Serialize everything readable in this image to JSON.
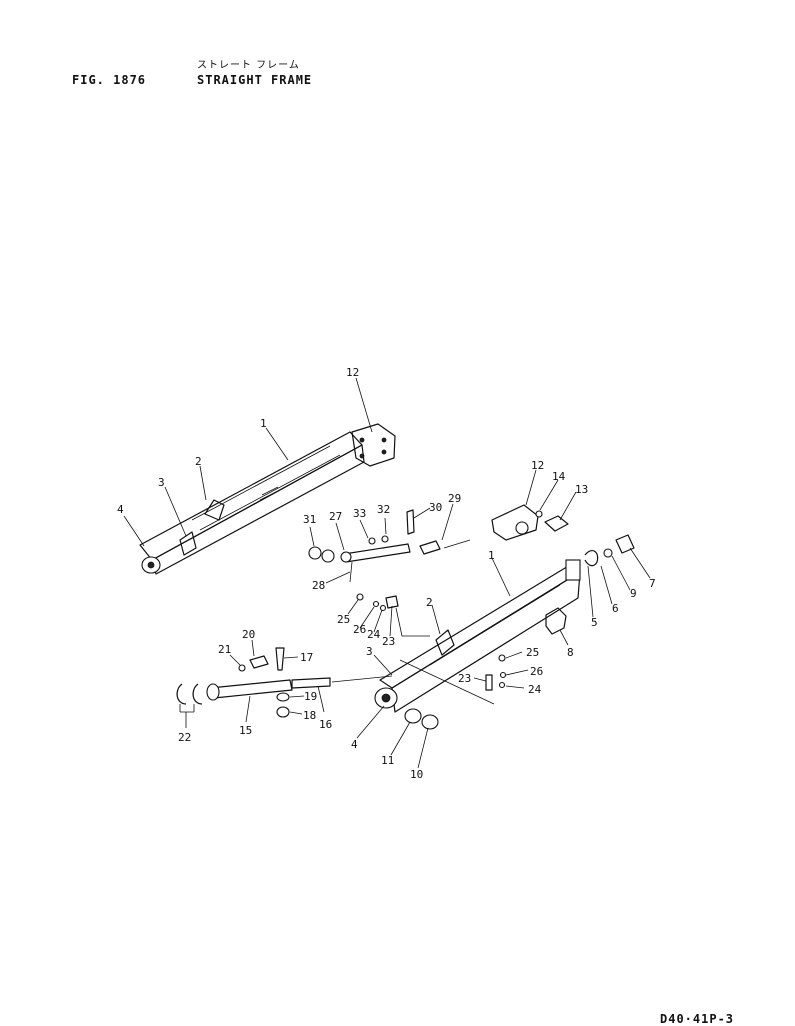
{
  "header": {
    "fig_no": "FIG. 1876",
    "title_jp": "ストレート フレーム",
    "title_en": "STRAIGHT FRAME",
    "drawing_code": "D40·41P-3"
  },
  "callouts": [
    {
      "id": "c12a",
      "label": "12"
    },
    {
      "id": "c1a",
      "label": "1"
    },
    {
      "id": "c2a",
      "label": "2"
    },
    {
      "id": "c3a",
      "label": "3"
    },
    {
      "id": "c4a",
      "label": "4"
    },
    {
      "id": "c31",
      "label": "31"
    },
    {
      "id": "c27",
      "label": "27"
    },
    {
      "id": "c33",
      "label": "33"
    },
    {
      "id": "c32",
      "label": "32"
    },
    {
      "id": "c30",
      "label": "30"
    },
    {
      "id": "c29",
      "label": "29"
    },
    {
      "id": "c28",
      "label": "28"
    },
    {
      "id": "c25a",
      "label": "25"
    },
    {
      "id": "c26a",
      "label": "26"
    },
    {
      "id": "c24a",
      "label": "24"
    },
    {
      "id": "c23a",
      "label": "23"
    },
    {
      "id": "c12b",
      "label": "12"
    },
    {
      "id": "c14",
      "label": "14"
    },
    {
      "id": "c13",
      "label": "13"
    },
    {
      "id": "c1b",
      "label": "1"
    },
    {
      "id": "c2b",
      "label": "2"
    },
    {
      "id": "c3b",
      "label": "3"
    },
    {
      "id": "c5",
      "label": "5"
    },
    {
      "id": "c6",
      "label": "6"
    },
    {
      "id": "c9",
      "label": "9"
    },
    {
      "id": "c7",
      "label": "7"
    },
    {
      "id": "c8",
      "label": "8"
    },
    {
      "id": "c25b",
      "label": "25"
    },
    {
      "id": "c26b",
      "label": "26"
    },
    {
      "id": "c23b",
      "label": "23"
    },
    {
      "id": "c24b",
      "label": "24"
    },
    {
      "id": "c4b",
      "label": "4"
    },
    {
      "id": "c11",
      "label": "11"
    },
    {
      "id": "c10",
      "label": "10"
    },
    {
      "id": "c20",
      "label": "20"
    },
    {
      "id": "c21",
      "label": "21"
    },
    {
      "id": "c17",
      "label": "17"
    },
    {
      "id": "c22",
      "label": "22"
    },
    {
      "id": "c15",
      "label": "15"
    },
    {
      "id": "c19",
      "label": "19"
    },
    {
      "id": "c18",
      "label": "18"
    },
    {
      "id": "c16",
      "label": "16"
    }
  ]
}
